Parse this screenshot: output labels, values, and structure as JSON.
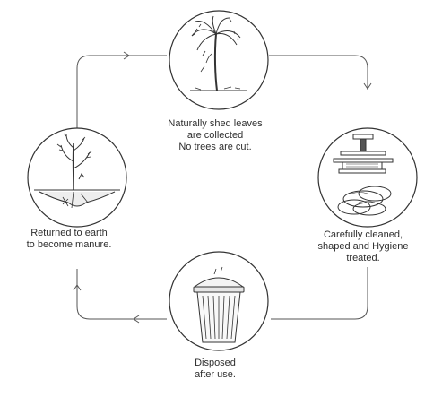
{
  "stages": {
    "top": {
      "lines": [
        "Naturally shed leaves",
        "are collected",
        "No trees are cut."
      ]
    },
    "right": {
      "lines": [
        "Carefully cleaned,",
        "shaped and Hygiene",
        "treated."
      ]
    },
    "bottom": {
      "lines": [
        "Disposed",
        "after use."
      ]
    },
    "left": {
      "lines": [
        "Returned to earth",
        "to become manure."
      ]
    }
  },
  "icons": {
    "top": "palm-tree-icon",
    "right": "leaf-press-plates-icon",
    "bottom": "trash-bin-icon",
    "left": "sapling-in-soil-icon"
  },
  "colors": {
    "line": "#3a3a3a",
    "text": "#2e2e2e"
  }
}
